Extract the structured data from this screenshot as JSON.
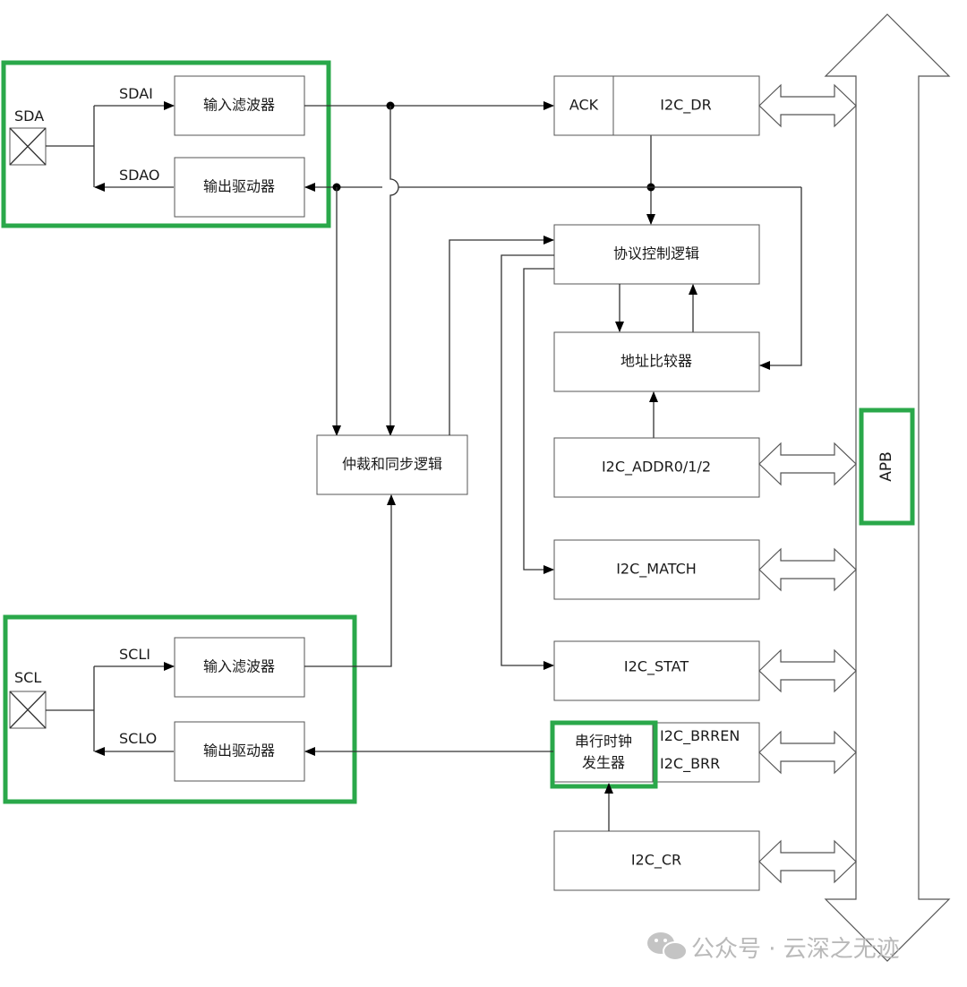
{
  "pins": {
    "sda": "SDA",
    "scl": "SCL"
  },
  "signals": {
    "sdai": "SDAI",
    "sdao": "SDAO",
    "scli": "SCLI",
    "sclo": "SCLO"
  },
  "blocks": {
    "sda_input_filter": "输入滤波器",
    "sda_output_driver": "输出驱动器",
    "scl_input_filter": "输入滤波器",
    "scl_output_driver": "输出驱动器",
    "ack": "ACK",
    "i2c_dr": "I2C_DR",
    "protocol_control": "协议控制逻辑",
    "address_compare": "地址比较器",
    "arbitration_sync": "仲裁和同步逻辑",
    "i2c_addr": "I2C_ADDR0/1/2",
    "i2c_match": "I2C_MATCH",
    "i2c_stat": "I2C_STAT",
    "clock_gen_line1": "串行时钟",
    "clock_gen_line2": "发生器",
    "i2c_brren": "I2C_BRREN",
    "i2c_brr": "I2C_BRR",
    "i2c_cr": "I2C_CR"
  },
  "bus": {
    "label": "APB"
  },
  "watermark": {
    "text": "公众号 · 云深之无迹",
    "icon": "wechat-icon"
  },
  "colors": {
    "highlight": "#2aa84a",
    "box_stroke": "#555555",
    "line": "#333333",
    "watermark": "#b9b9b9"
  }
}
